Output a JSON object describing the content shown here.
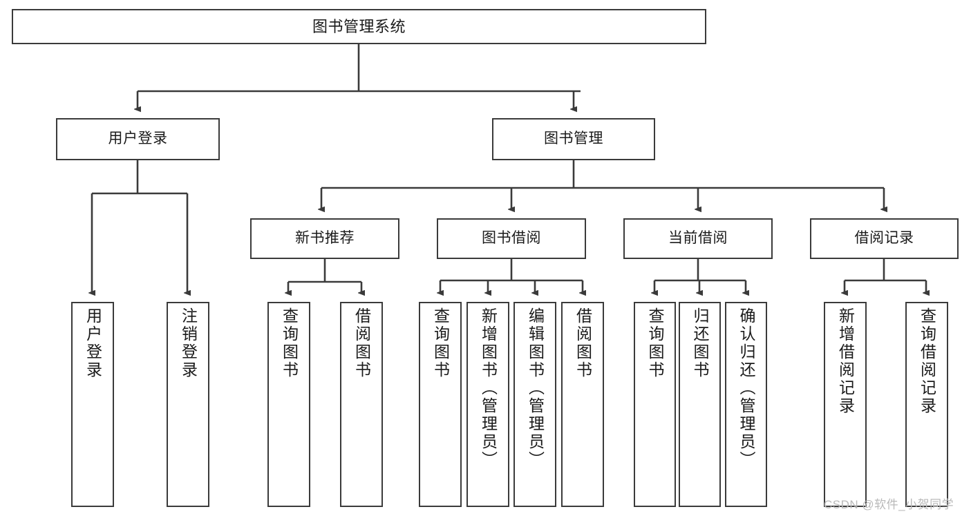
{
  "diagram": {
    "title": "图书管理系统",
    "type": "tree-hierarchy-chart",
    "root": {
      "label": "图书管理系统"
    },
    "level2": [
      {
        "label": "用户登录"
      },
      {
        "label": "图书管理"
      }
    ],
    "level3": [
      {
        "label": "新书推荐"
      },
      {
        "label": "图书借阅"
      },
      {
        "label": "当前借阅"
      },
      {
        "label": "借阅记录"
      }
    ],
    "leaves": {
      "user_login": [
        {
          "label": "用户登录"
        },
        {
          "label": "注销登录"
        }
      ],
      "new_book_recommend": [
        {
          "label": "查询图书"
        },
        {
          "label": "借阅图书"
        }
      ],
      "book_borrow": [
        {
          "label": "查询图书"
        },
        {
          "label": "新增图书（管理员）"
        },
        {
          "label": "编辑图书（管理员）"
        },
        {
          "label": "借阅图书"
        }
      ],
      "current_borrow": [
        {
          "label": "查询图书"
        },
        {
          "label": "归还图书"
        },
        {
          "label": "确认归还（管理员）"
        }
      ],
      "borrow_record": [
        {
          "label": "新增借阅记录"
        },
        {
          "label": "查询借阅记录"
        }
      ]
    }
  },
  "colors": {
    "stroke": "#3a3a3a",
    "text": "#1a1a1a",
    "background": "#ffffff",
    "watermark": "#b9b9b9"
  },
  "watermark": {
    "text": "CSDN @软件_小贺同学"
  }
}
